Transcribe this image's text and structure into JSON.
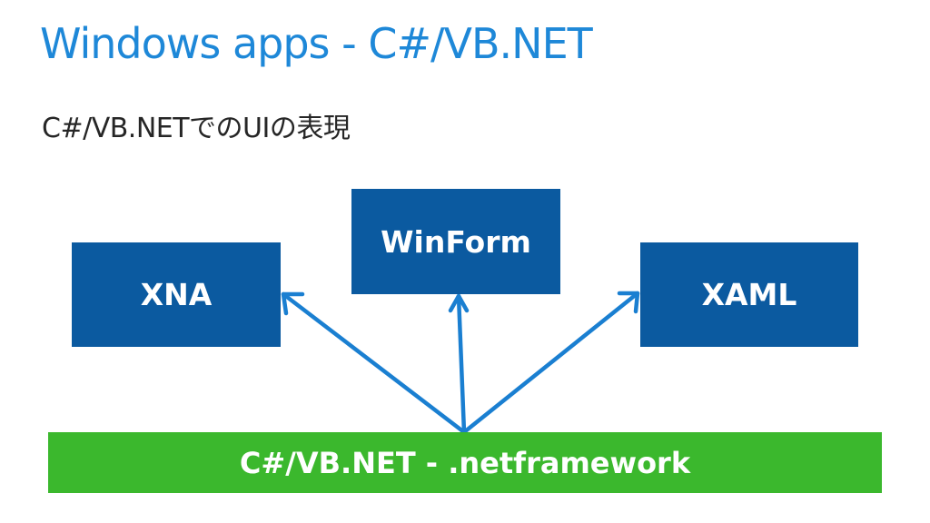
{
  "slide": {
    "title": "Windows apps - C#/VB.NET",
    "subtitle": "C#/VB.NETでのUIの表現"
  },
  "diagram": {
    "targets": [
      {
        "id": "xna",
        "label": "XNA"
      },
      {
        "id": "winform",
        "label": "WinForm"
      },
      {
        "id": "xaml",
        "label": "XAML"
      }
    ],
    "base": {
      "label": "C#/VB.NET - .netframework"
    },
    "colors": {
      "title": "#1e88d8",
      "target_box": "#0b5aa0",
      "base_box": "#3bb82d",
      "arrow": "#1a7fd1"
    }
  }
}
